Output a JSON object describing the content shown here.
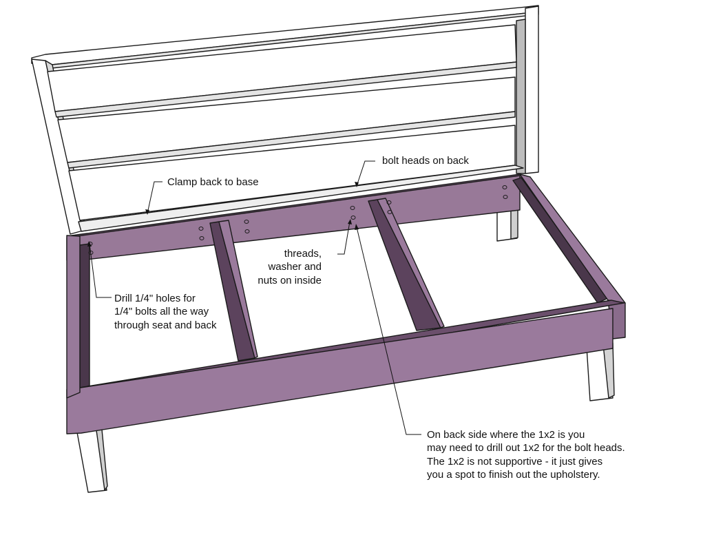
{
  "colors": {
    "frame_top": "#97789a",
    "frame_front": "#9a7a9c",
    "frame_inner": "#6b4f6c",
    "frame_dark": "#4a374b",
    "wood_light": "#ffffff",
    "wood_shade": "#e2e2e2",
    "wood_dark": "#7f7f7f",
    "hole": "#ffffff",
    "ink": "#111111"
  },
  "annotations": {
    "bolt_heads": "bolt heads on back",
    "clamp": "Clamp back to base",
    "threads": [
      "threads,",
      "washer and",
      "nuts on inside"
    ],
    "drill": [
      "Drill 1/4\" holes for",
      "1/4\" bolts all the way",
      "through seat and back"
    ],
    "back_side_note": [
      "On back side where the 1x2 is you",
      "may need to drill out 1x2 for the bolt heads.",
      "The 1x2 is not supportive - it just gives",
      "you a spot to finish out the upholstery."
    ]
  }
}
